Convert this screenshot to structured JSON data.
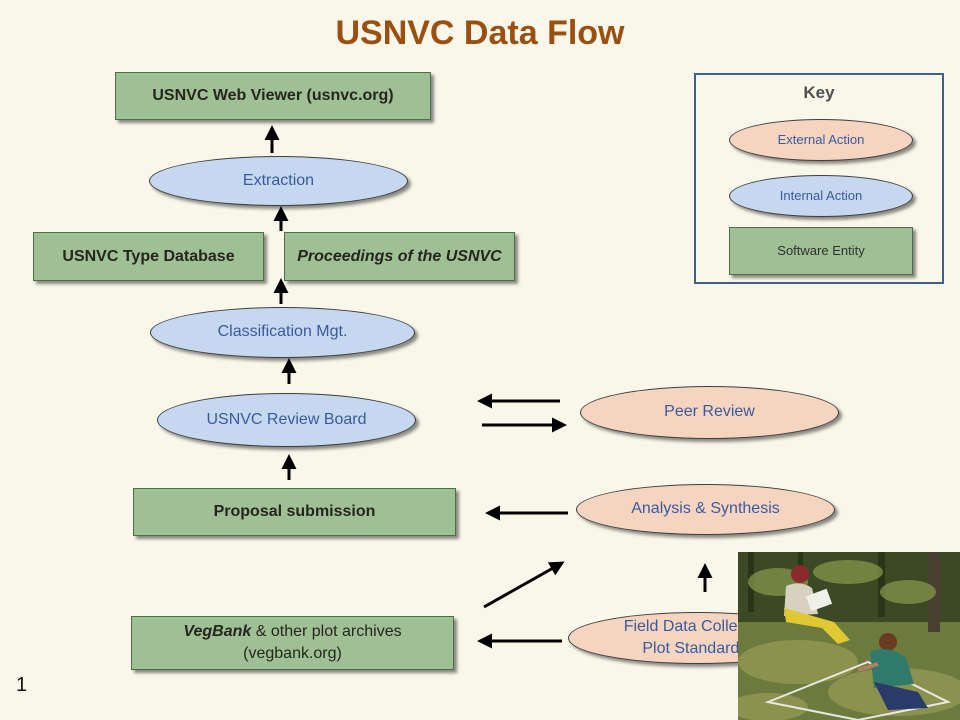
{
  "title": "USNVC Data Flow",
  "page_number": "1",
  "key": {
    "title": "Key",
    "external": "External Action",
    "internal": "Internal Action",
    "software": "Software Entity"
  },
  "nodes": {
    "web_viewer": "USNVC Web Viewer (usnvc.org)",
    "extraction": "Extraction",
    "type_database": "USNVC Type Database",
    "proceedings": "Proceedings of the USNVC",
    "classification": "Classification Mgt.",
    "review_board": "USNVC Review Board",
    "peer_review": "Peer Review",
    "proposal": "Proposal submission",
    "analysis": "Analysis & Synthesis",
    "vegbank_name": "VegBank",
    "vegbank_rest": "& other plot archives",
    "vegbank_url": "(vegbank.org)",
    "field_line1": "Field Data Collection",
    "field_line2": "Plot Standards)"
  },
  "colors": {
    "title": "#9b4f10",
    "software_fill": "#9fbf94",
    "internal_fill": "#c6d7f0",
    "external_fill": "#f6d5c0",
    "oval_text": "#3a5aa0",
    "key_border": "#3f5f8f"
  }
}
